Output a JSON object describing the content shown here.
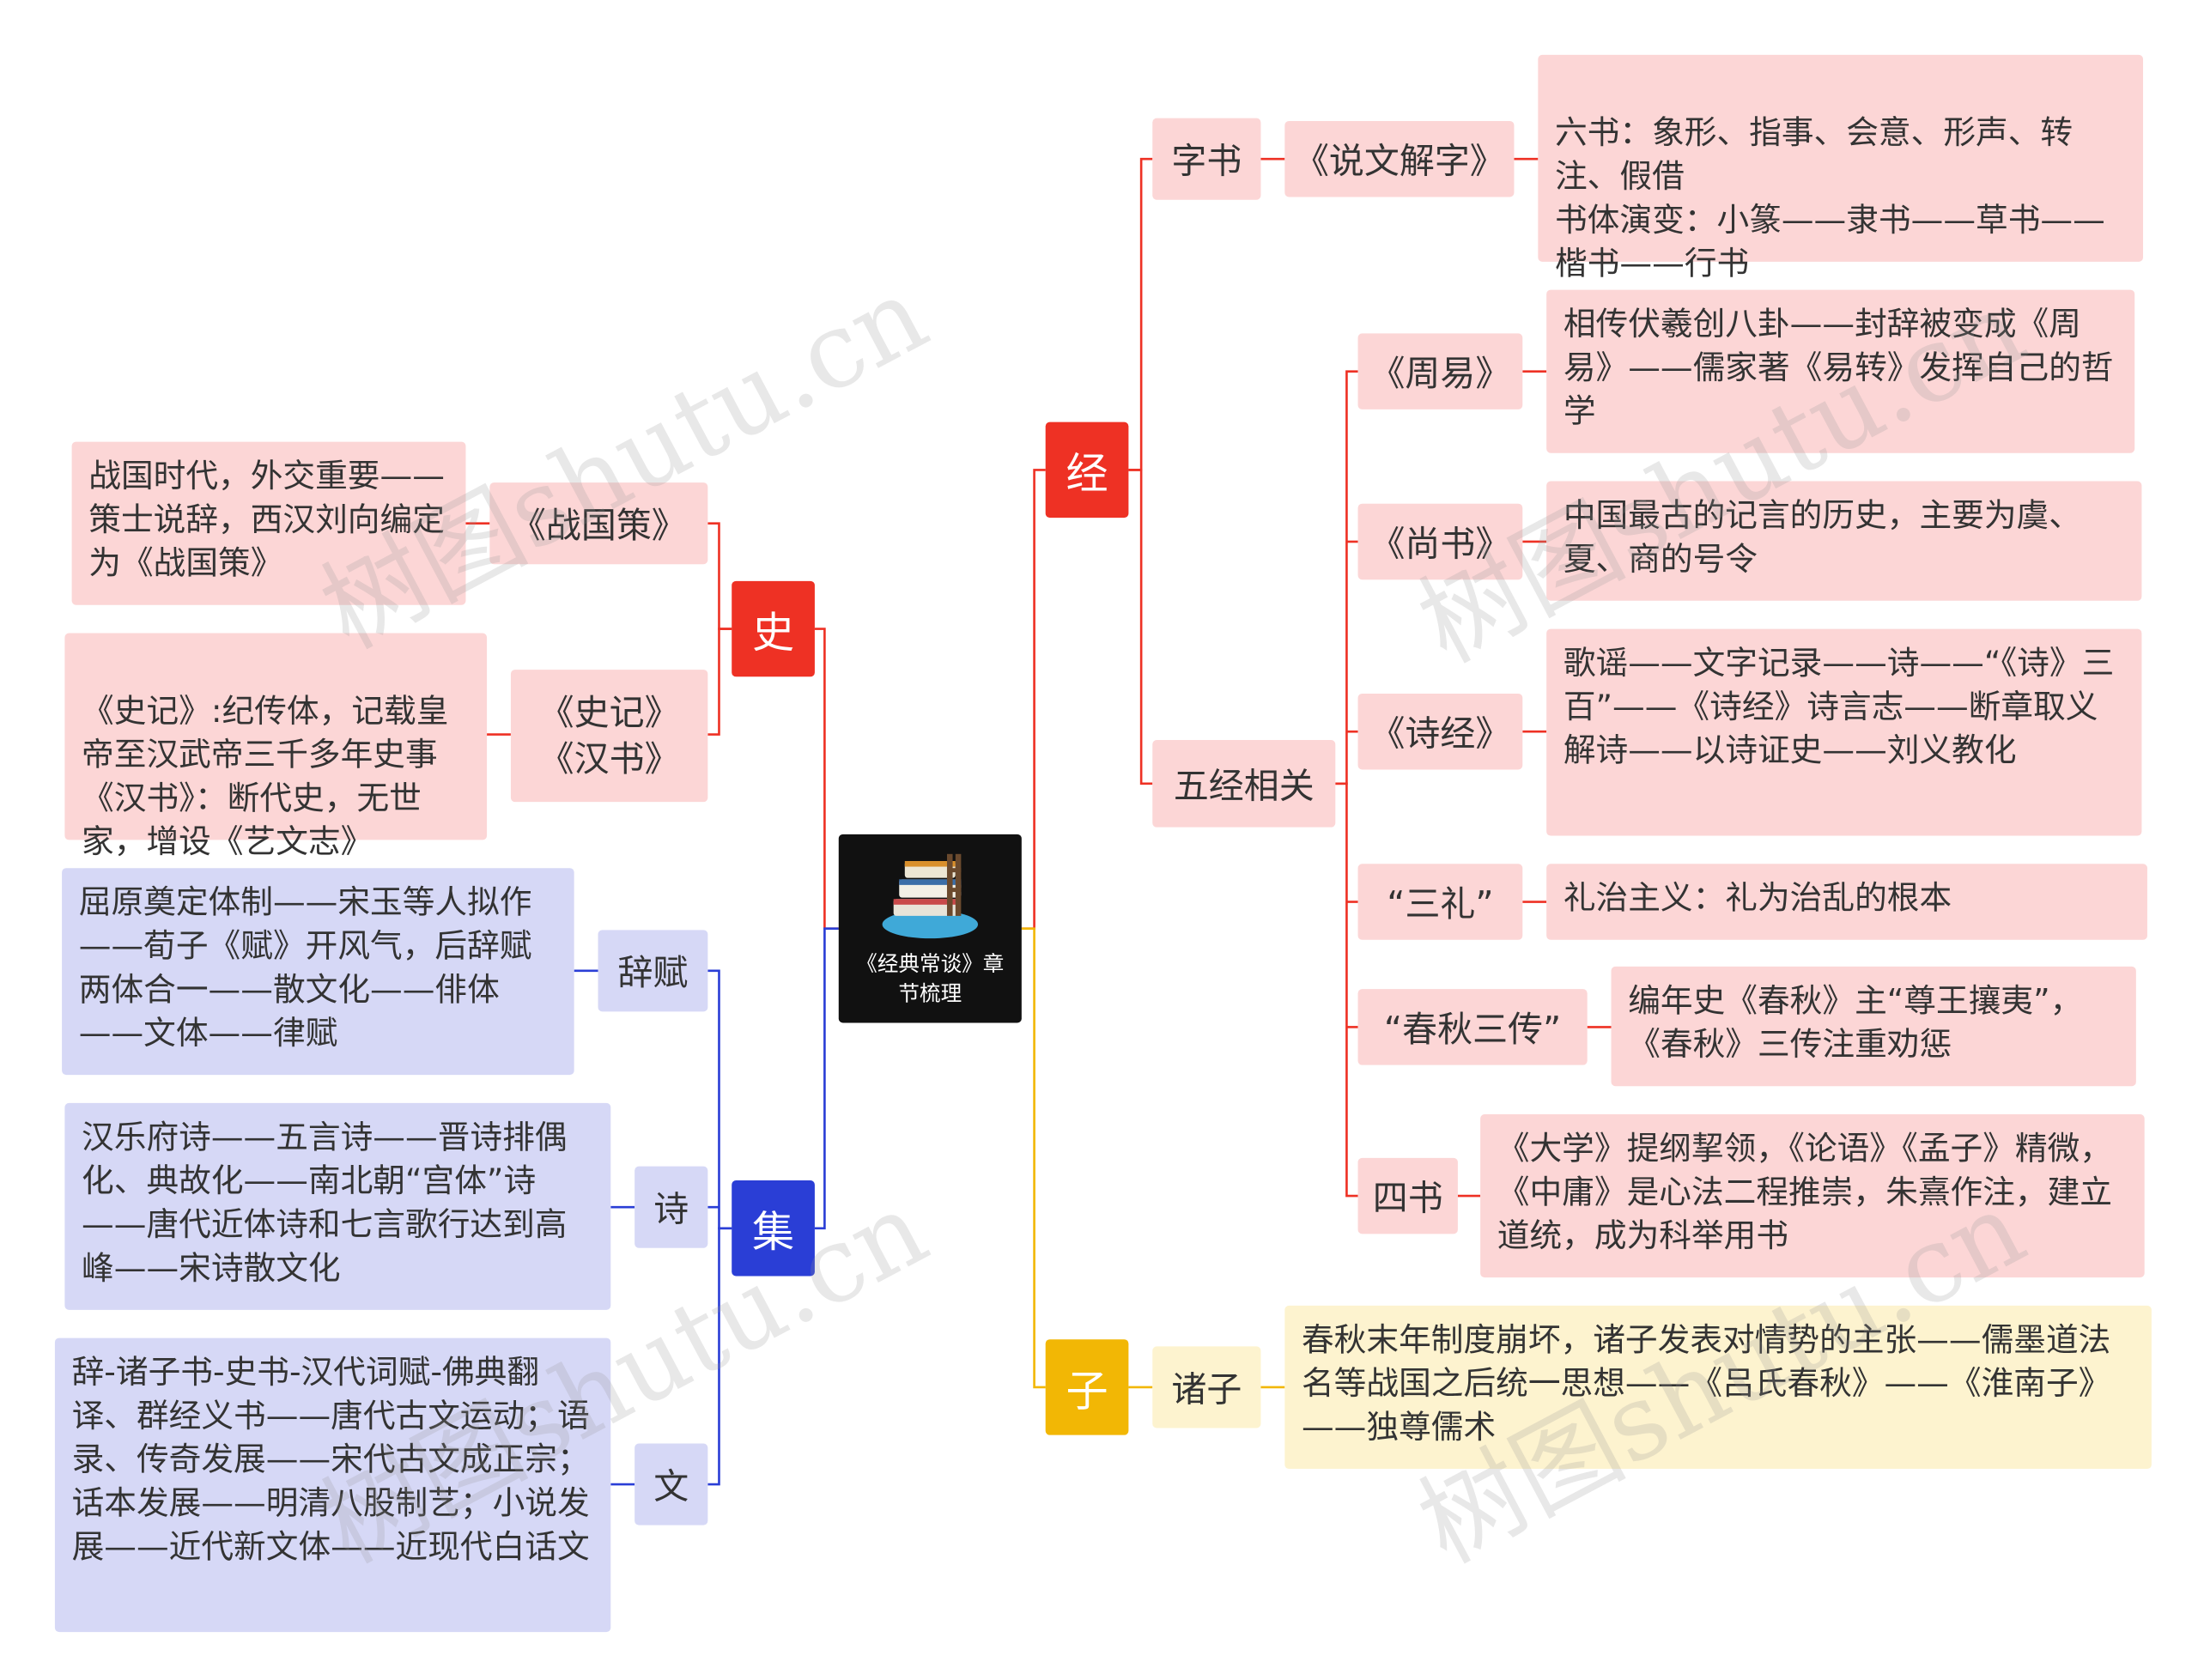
{
  "center": {
    "title": "《经典常谈》章节梳理",
    "icon": "books-stack-icon"
  },
  "colors": {
    "jing": "#ee3124",
    "shi": "#ee3124",
    "ji": "#2a3ed6",
    "zi": "#f2b705",
    "pink": "#fcd6d6",
    "blue": "#d6d8f6",
    "yellow": "#fdf3cf"
  },
  "branches": {
    "jing": {
      "label": "经",
      "zishu": {
        "label": "字书",
        "book": "《说文解字》",
        "detail": "六书：象形、指事、会意、形声、转注、假借\n书体演变：小篆——隶书——草书——楷书——行书"
      },
      "wujing": {
        "label": "五经相关",
        "items": [
          {
            "label": "《周易》",
            "detail": "相传伏羲创八卦——封辞被变成《周易》——儒家著《易转》发挥自己的哲学"
          },
          {
            "label": "《尚书》",
            "detail": "中国最古的记言的历史，主要为虞、夏、商的号令"
          },
          {
            "label": "《诗经》",
            "detail": "歌谣——文字记录——诗——“《诗》三百”——《诗经》诗言志——断章取义解诗——以诗证史——刘义教化"
          },
          {
            "label": "“三礼”",
            "detail": "礼治主义：礼为治乱的根本"
          },
          {
            "label": "“春秋三传”",
            "detail": "编年史《春秋》主“尊王攘夷”，《春秋》三传注重劝惩"
          },
          {
            "label": "四书",
            "detail": "《大学》提纲挈领，《论语》《孟子》精微，《中庸》是心法二程推崇，朱熹作注，建立道统，成为科举用书"
          }
        ]
      }
    },
    "zi": {
      "label": "子",
      "zhuzi": {
        "label": "诸子",
        "detail": "春秋末年制度崩坏，诸子发表对情势的主张——儒墨道法名等战国之后统一思想——《吕氏春秋》——《淮南子》——独尊儒术"
      }
    },
    "shi": {
      "label": "史",
      "items": [
        {
          "label": "《战国策》",
          "detail": "战国时代，外交重要——策士说辞，西汉刘向编定为《战国策》"
        },
        {
          "label": "《史记》\n《汉书》",
          "detail": "《史记》:纪传体，记载皇帝至汉武帝三千多年史事\n《汉书》：断代史，无世家，增设《艺文志》"
        }
      ]
    },
    "ji": {
      "label": "集",
      "items": [
        {
          "label": "辞赋",
          "detail": "屈原奠定体制——宋玉等人拟作——荀子《赋》开风气，后辞赋两体合一——散文化——俳体——文体——律赋"
        },
        {
          "label": "诗",
          "detail": "汉乐府诗——五言诗——晋诗排偶化、典故化——南北朝“宫体”诗——唐代近体诗和七言歌行达到高峰——宋诗散文化"
        },
        {
          "label": "文",
          "detail": "辞-诸子书-史书-汉代词赋-佛典翻译、群经义书——唐代古文运动；语录、传奇发展——宋代古文成正宗；话本发展——明清八股制艺；小说发展——近代新文体——近现代白话文"
        }
      ]
    }
  },
  "watermark": "树图shutu.cn"
}
